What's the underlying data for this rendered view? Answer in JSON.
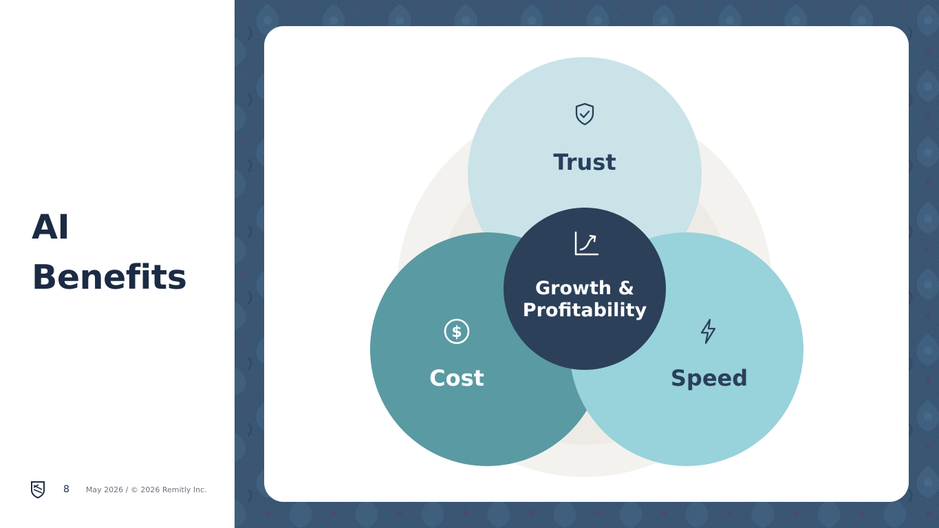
{
  "slide": {
    "title_line1": "AI",
    "title_line2": "Benefits",
    "page_number": "8",
    "footer_text": "May 2026 / © 2026 Remitly Inc."
  },
  "diagram": {
    "type": "venn",
    "circles": [
      {
        "id": "trust",
        "label": "Trust",
        "icon": "shield-check-icon",
        "color": "#c9e3e9",
        "text_color": "#2a3f5a"
      },
      {
        "id": "cost",
        "label": "Cost",
        "icon": "dollar-coin-icon",
        "color": "#5a9aa3",
        "text_color": "#ffffff"
      },
      {
        "id": "speed",
        "label": "Speed",
        "icon": "lightning-bolt-icon",
        "color": "#98d2db",
        "text_color": "#2a3f5a"
      }
    ],
    "center": {
      "label_line1": "Growth &",
      "label_line2": "Profitability",
      "icon": "growth-chart-icon",
      "color": "#2c4059",
      "text_color": "#ffffff"
    }
  },
  "colors": {
    "title": "#1c2b44",
    "background_pattern": "#2c4d6e",
    "halo_outer": "#f4f2ef",
    "halo_inner": "#eeebe6"
  }
}
